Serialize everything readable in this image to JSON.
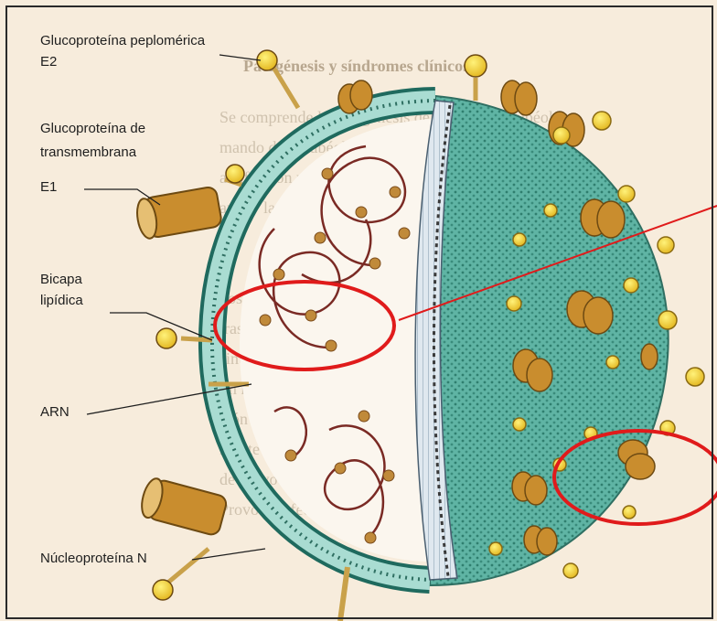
{
  "labels": {
    "e2_line1": "Glucoproteína peplomérica",
    "e2_line2": "E2",
    "e1_line1": "Glucoproteína de",
    "e1_line2": "transmembrana",
    "e1_line3": "E1",
    "bilayer_line1": "Bicapa",
    "bilayer_line2": "lipídica",
    "rna": "ARN",
    "nucleoprotein": "Núcleoproteína N"
  },
  "background_text": {
    "heading": "Patogénesis y síndromes clínicos",
    "lines": [
      "Se comprende la patogénesis del virus de la rubéola",
      "mando de la rubéola congénita y posnatal",
      "a infección por el virus de la rubéola se",
      "ante y la replicación del virus en el",
      "e",
      "",
      "posibilita la diseminación al feto; la",
      "tras una infección por virus, la rubéola superior",
      "sintomas secundarios provocados por el complejo",
      "im hasta 10 días antes de la eruptión. La infec-",
      "ción produce fiebre y exantema en las pruebas prue-",
      "mente y ganglios linfáticos inflamados pue-",
      "de provocar",
      "Provoca infección de la mujer en la gestación"
    ]
  },
  "colors": {
    "capsid_teal": "#5fb4a4",
    "protein_ochre": "#c98d2e",
    "knob_yellow": "#f2d027",
    "rna_brown": "#7a2a24",
    "highlight_red": "#e01b1b",
    "pointer_red": "#e01b1b"
  }
}
